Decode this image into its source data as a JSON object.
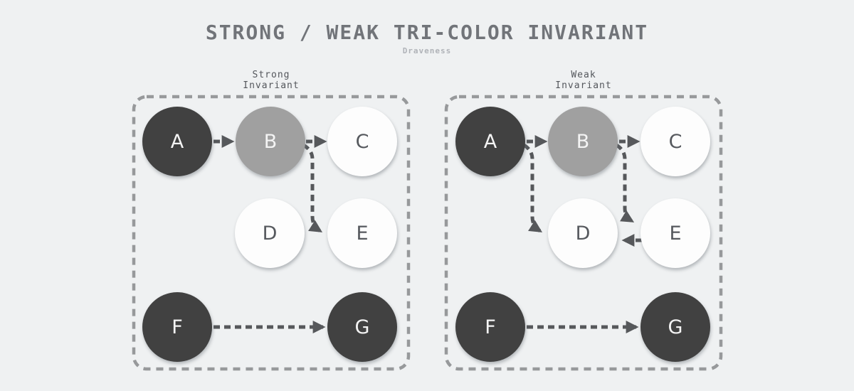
{
  "title": "STRONG / WEAK TRI-COLOR INVARIANT",
  "subtitle": "Draveness",
  "colors": {
    "background": "#eff1f2",
    "title_text": "#717479",
    "subtitle_text": "#b0b3b8",
    "label_text": "#54575c",
    "panel_border": "#97999b",
    "arrow": "#56585b",
    "node_dark": "#414141",
    "node_gray": "#a0a0a0",
    "node_white": "#fdfdfd",
    "text_on_dark": "#f4f4f4",
    "text_on_light": "#56595e"
  },
  "panels": [
    {
      "label_line1": "Strong",
      "label_line2": "Invariant",
      "nodes": [
        {
          "label": "A",
          "color": "dark"
        },
        {
          "label": "B",
          "color": "gray"
        },
        {
          "label": "C",
          "color": "white"
        },
        {
          "label": "D",
          "color": "white"
        },
        {
          "label": "E",
          "color": "white"
        },
        {
          "label": "F",
          "color": "dark"
        },
        {
          "label": "G",
          "color": "dark"
        }
      ],
      "edges": [
        {
          "from": "A",
          "to": "B"
        },
        {
          "from": "B",
          "to": "C"
        },
        {
          "from": "B",
          "to": "E"
        },
        {
          "from": "F",
          "to": "G"
        }
      ]
    },
    {
      "label_line1": "Weak",
      "label_line2": "Invariant",
      "nodes": [
        {
          "label": "A",
          "color": "dark"
        },
        {
          "label": "B",
          "color": "gray"
        },
        {
          "label": "C",
          "color": "white"
        },
        {
          "label": "D",
          "color": "white"
        },
        {
          "label": "E",
          "color": "white"
        },
        {
          "label": "F",
          "color": "dark"
        },
        {
          "label": "G",
          "color": "dark"
        }
      ],
      "edges": [
        {
          "from": "A",
          "to": "B"
        },
        {
          "from": "B",
          "to": "C"
        },
        {
          "from": "A",
          "to": "D"
        },
        {
          "from": "B",
          "to": "E"
        },
        {
          "from": "E",
          "to": "D"
        },
        {
          "from": "F",
          "to": "G"
        }
      ]
    }
  ]
}
